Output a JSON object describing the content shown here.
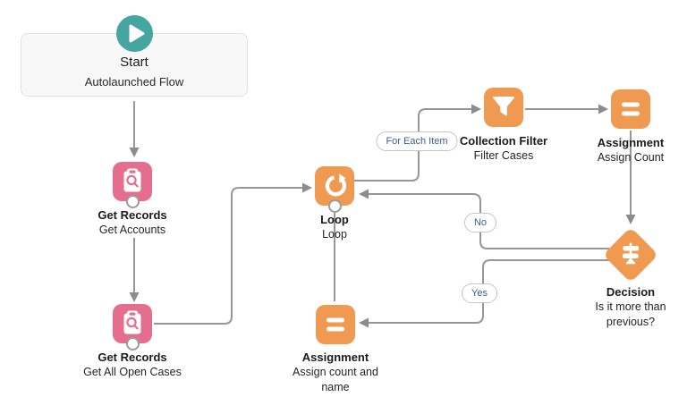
{
  "app": "flow-builder-canvas",
  "colors": {
    "start_teal": "#44a5a1",
    "data_pink": "#e56e8e",
    "logic_orange": "#f09a51",
    "connector_gray": "#979797",
    "arrowhead_gray": "#8c8c8c",
    "label_text": "#1b1b1b",
    "pill_text": "#3b5c97",
    "start_card_bg": "#f8f8f8"
  },
  "nodes": {
    "start": {
      "title": "Start",
      "subtitle": "Autolaunched Flow",
      "icon": "play-icon"
    },
    "get_records_1": {
      "title": "Get Records",
      "subtitle": "Get Accounts",
      "icon": "record-lookup-icon"
    },
    "get_records_2": {
      "title": "Get Records",
      "subtitle": "Get All Open Cases",
      "icon": "record-lookup-icon"
    },
    "loop": {
      "title": "Loop",
      "subtitle": "Loop",
      "icon": "loop-icon"
    },
    "collection_filter": {
      "title": "Collection Filter",
      "subtitle": "Filter Cases",
      "icon": "filter-icon"
    },
    "assignment_count": {
      "title": "Assignment",
      "subtitle": "Assign Count",
      "icon": "equals-icon"
    },
    "decision": {
      "title": "Decision",
      "subtitle": "Is it more than previous?",
      "icon": "signpost-icon"
    },
    "assignment_count_name": {
      "title": "Assignment",
      "subtitle": "Assign count and name",
      "icon": "equals-icon"
    }
  },
  "connector_labels": {
    "for_each": "For Each Item",
    "no": "No",
    "yes": "Yes"
  }
}
